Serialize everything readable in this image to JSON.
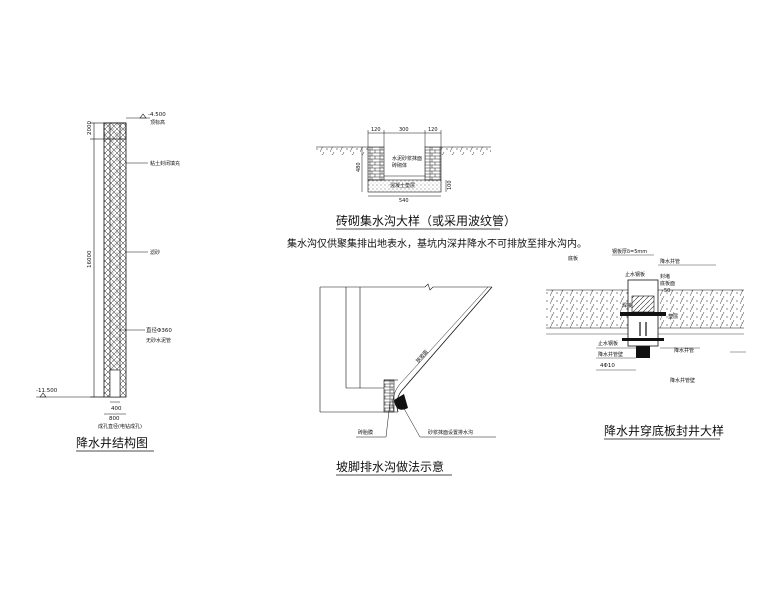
{
  "well_structure": {
    "title": "降水井结构图",
    "dim_total": "16000",
    "dim_top": "2000",
    "elev_top": "-4.500",
    "elev_bottom": "-11.500",
    "label_top_right": "顶标高",
    "label_clay": "粘土封闭填充",
    "label_gravel": "滤砂",
    "label_pipe_dia": "直径Φ360",
    "label_pipe": "无砂水泥管",
    "dim_pipe_width": "400",
    "dim_hole_width": "800",
    "label_hole": "成孔直径(电钻成孔)"
  },
  "brick_trench": {
    "title": "砖砌集水沟大样（或采用波纹管）",
    "dims_top": [
      "120",
      "300",
      "120"
    ],
    "dim_total": "540",
    "dim_height": "480",
    "dim_bottom": "100",
    "label_inner_1": "水泥砂浆抹面",
    "label_inner_2": "砖砌体",
    "label_base": "混凝土垫层"
  },
  "note": {
    "text": "集水沟仅供聚集排出地表水，基坑内深井降水不可排放至排水沟内。"
  },
  "slope_drain": {
    "title": "坡脚排水沟做法示意",
    "label_slope": "放坡面",
    "label_brick": "砖胎膜",
    "label_drain": "砂浆抹面设置排水沟"
  },
  "seal_detail": {
    "title": "降水井穿底板封井大样",
    "label_base_slab": "底板",
    "label_steel_plate": "止水钢板",
    "label_pipe": "降水井管",
    "label_top_note": "钢板厚δ=5mm",
    "label_rebar": "4Φ10",
    "label_dim_50": "50",
    "label_weld": "焊接",
    "label_right_1": "封堵",
    "label_right_2": "底板面",
    "label_right_3": "垫层",
    "label_bottom_note": "降水井管壁",
    "label_well": "降水井管"
  }
}
